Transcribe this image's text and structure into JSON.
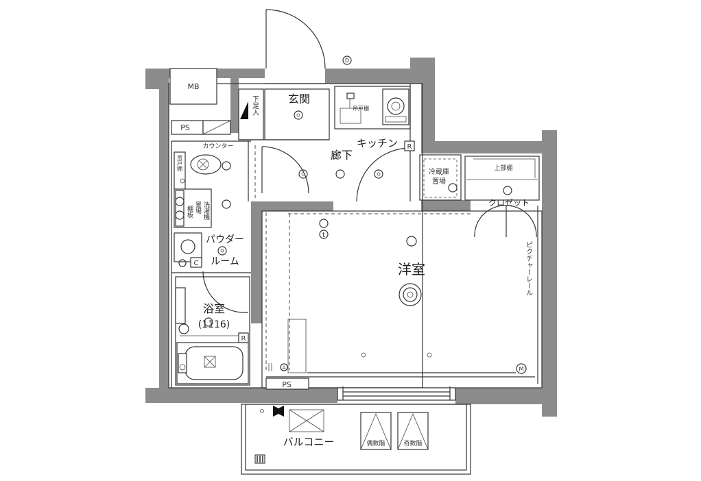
{
  "rooms": {
    "entrance": "玄関",
    "shoe_box": "下足入",
    "corridor": "廊下",
    "kitchen": "キッチン",
    "western_room": "洋室",
    "closet": "クロゼット",
    "powder_room_line1": "パウダー",
    "powder_room_line2": "ルーム",
    "bathroom": "浴室",
    "bathroom_size": "(1116)",
    "balcony": "バルコニー"
  },
  "fixtures": {
    "mb": "MB",
    "ps_upper": "PS",
    "ps_lower": "PS",
    "counter": "カウンター",
    "fridge_space_line1": "冷蔵庫",
    "fridge_space_line2": "置場",
    "upper_shelf": "上部棚",
    "picture_rail": "ピクチャーレール",
    "washer_space_line1": "洗濯機",
    "washer_space_line2": "置場",
    "hanging_cabinet": "吊戸棚",
    "kitchen_hanging_cabinet": "吊戸棚",
    "shelf_board": "棚板",
    "even_evac": "偶数階",
    "odd_evac": "奇数階",
    "mark_r1": "R",
    "mark_r2": "R",
    "mark_c": "C",
    "mark_m": "M",
    "mark_d": "D",
    "mark_t": "t",
    "mark_a": "A"
  },
  "colors": {
    "wall": "#8c8c8c",
    "line": "#333333",
    "background": "#ffffff"
  }
}
